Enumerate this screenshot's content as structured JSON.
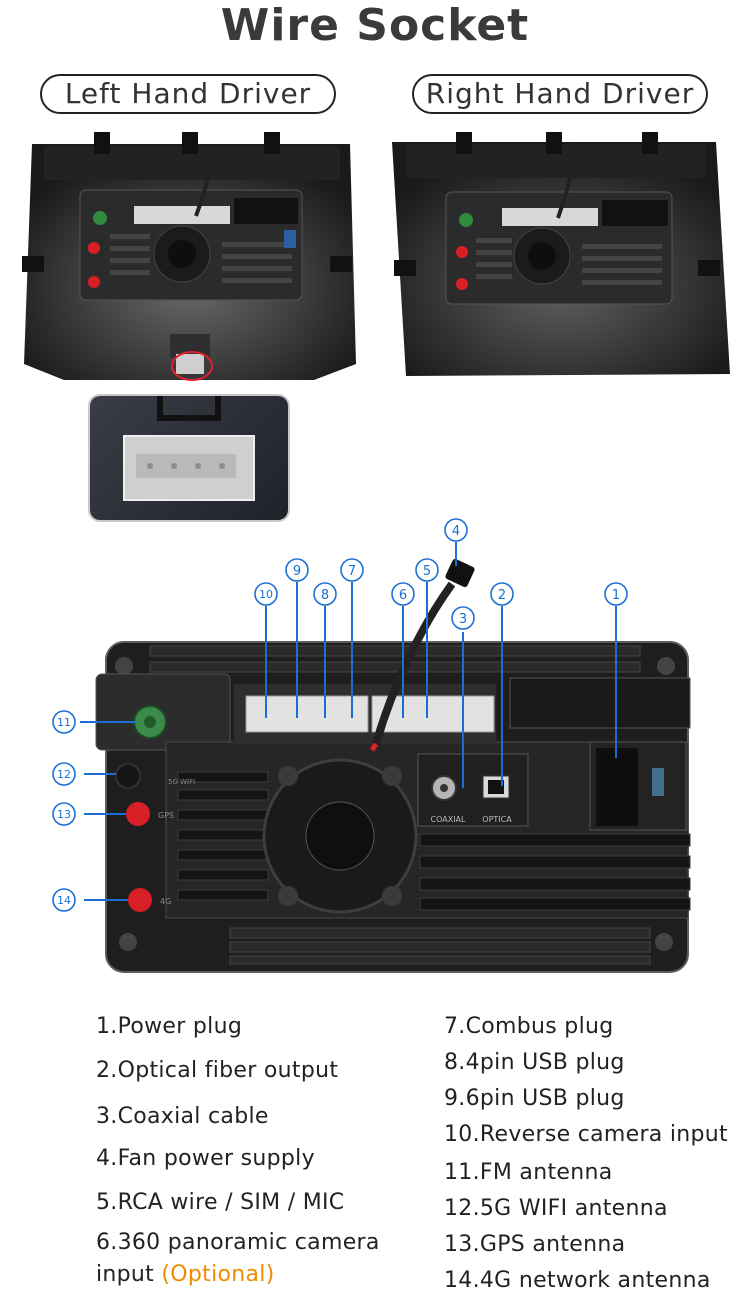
{
  "title": "Wire Socket",
  "left_label": "Left Hand Driver",
  "right_label": "Right Hand Driver",
  "port_labels": {
    "coaxial": "COAXIAL",
    "optical": "OPTICA",
    "gps": "GPS",
    "4g": "4G",
    "wifi": "5G WIFI"
  },
  "callouts": [
    "1",
    "2",
    "3",
    "4",
    "5",
    "6",
    "7",
    "8",
    "9",
    "10",
    "11",
    "12",
    "13",
    "14"
  ],
  "legend": {
    "left": [
      "1.Power plug",
      "2.Optical fiber output",
      "3.Coaxial cable",
      "4.Fan power supply",
      "5.RCA wire / SIM / MIC",
      "6.360 panoramic camera"
    ],
    "left_cont": "input",
    "optional": "(Optional)",
    "right": [
      "7.Combus plug",
      "8.4pin USB plug",
      "9.6pin USB plug",
      "10.Reverse camera input",
      "11.FM antenna",
      "12.5G WIFI antenna",
      "13.GPS antenna",
      "14.4G network antenna"
    ]
  },
  "colors": {
    "callout_blue": "#1a6fd6",
    "optional_orange": "#f08a00",
    "highlight_red": "#e0202a"
  }
}
